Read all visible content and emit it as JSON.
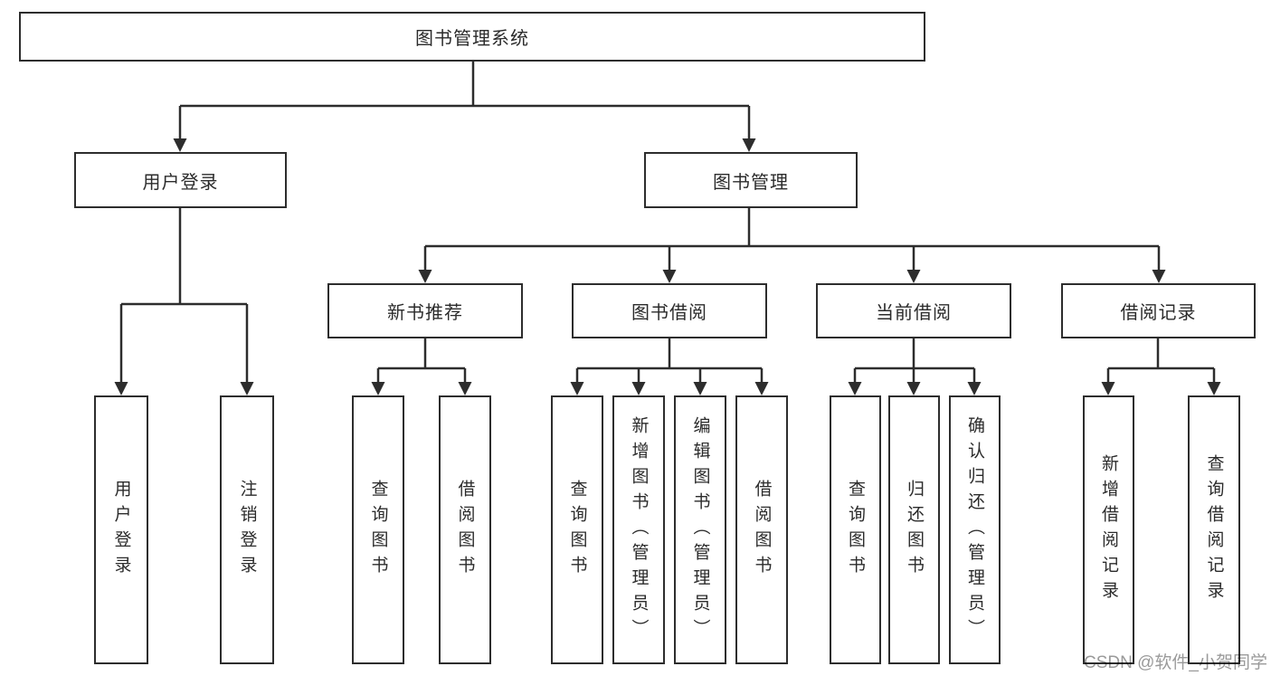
{
  "diagram": {
    "title": "图书管理系统",
    "root": {
      "label": "图书管理系统"
    },
    "children": [
      {
        "label": "用户登录",
        "children": [
          {
            "label": "用户登录"
          },
          {
            "label": "注销登录"
          }
        ]
      },
      {
        "label": "图书管理",
        "children": [
          {
            "label": "新书推荐",
            "children": [
              {
                "label": "查询图书"
              },
              {
                "label": "借阅图书"
              }
            ]
          },
          {
            "label": "图书借阅",
            "children": [
              {
                "label": "查询图书"
              },
              {
                "label": "新增图书（管理员）"
              },
              {
                "label": "编辑图书（管理员）"
              },
              {
                "label": "借阅图书"
              }
            ]
          },
          {
            "label": "当前借阅",
            "children": [
              {
                "label": "查询图书"
              },
              {
                "label": "归还图书"
              },
              {
                "label": "确认归还（管理员）"
              }
            ]
          },
          {
            "label": "借阅记录",
            "children": [
              {
                "label": "新增借阅记录"
              },
              {
                "label": "查询借阅记录"
              }
            ]
          }
        ]
      }
    ]
  },
  "watermark": {
    "text": "CSDN @软件_小贺同学"
  },
  "colors": {
    "line": "#2d2d2d",
    "box_border": "#2d2d2d",
    "text": "#2b2b2b",
    "background": "#ffffff",
    "watermark": "#9a9a9a"
  }
}
